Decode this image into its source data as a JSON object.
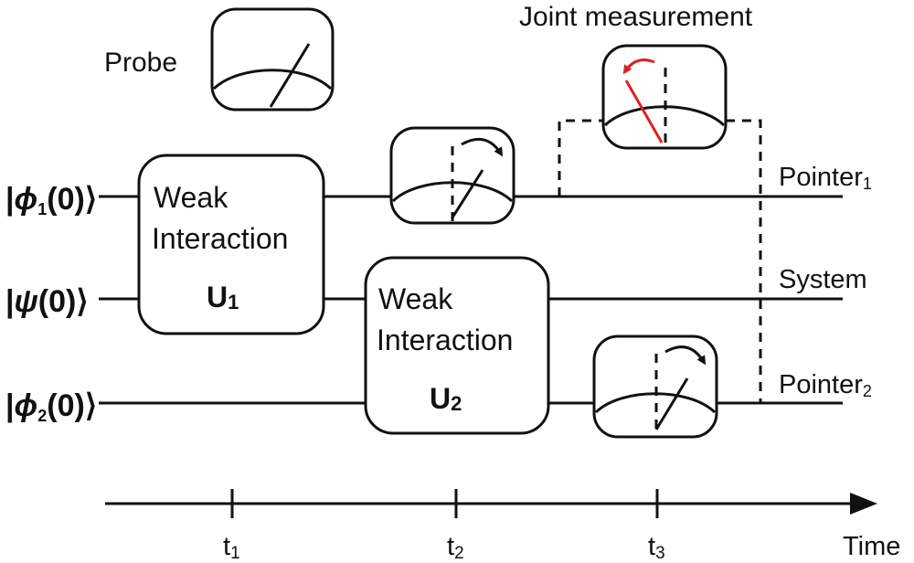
{
  "probe_label": "Probe",
  "joint_label": "Joint measurement",
  "inputs": {
    "phi1_letter": "ϕ",
    "phi1_sub": "1",
    "psi_letter": "ψ",
    "phi2_letter": "ϕ",
    "phi2_sub": "2",
    "arg": "(0)",
    "bar": "|",
    "ket": "⟩"
  },
  "outputs": {
    "pointer1_text": "Pointer",
    "pointer1_sub": "1",
    "system": "System",
    "pointer2_text": "Pointer",
    "pointer2_sub": "2"
  },
  "u1": {
    "line1": "Weak",
    "line2": "Interaction",
    "op": "U",
    "sub": "1"
  },
  "u2": {
    "line1": "Weak",
    "line2": "Interaction",
    "op": "U",
    "sub": "2"
  },
  "axis": {
    "t1": "t",
    "t1_sub": "1",
    "t2": "t",
    "t2_sub": "2",
    "t3": "t",
    "t3_sub": "3",
    "time": "Time"
  },
  "colors": {
    "line": "#111111",
    "accent_red": "#e02020"
  }
}
